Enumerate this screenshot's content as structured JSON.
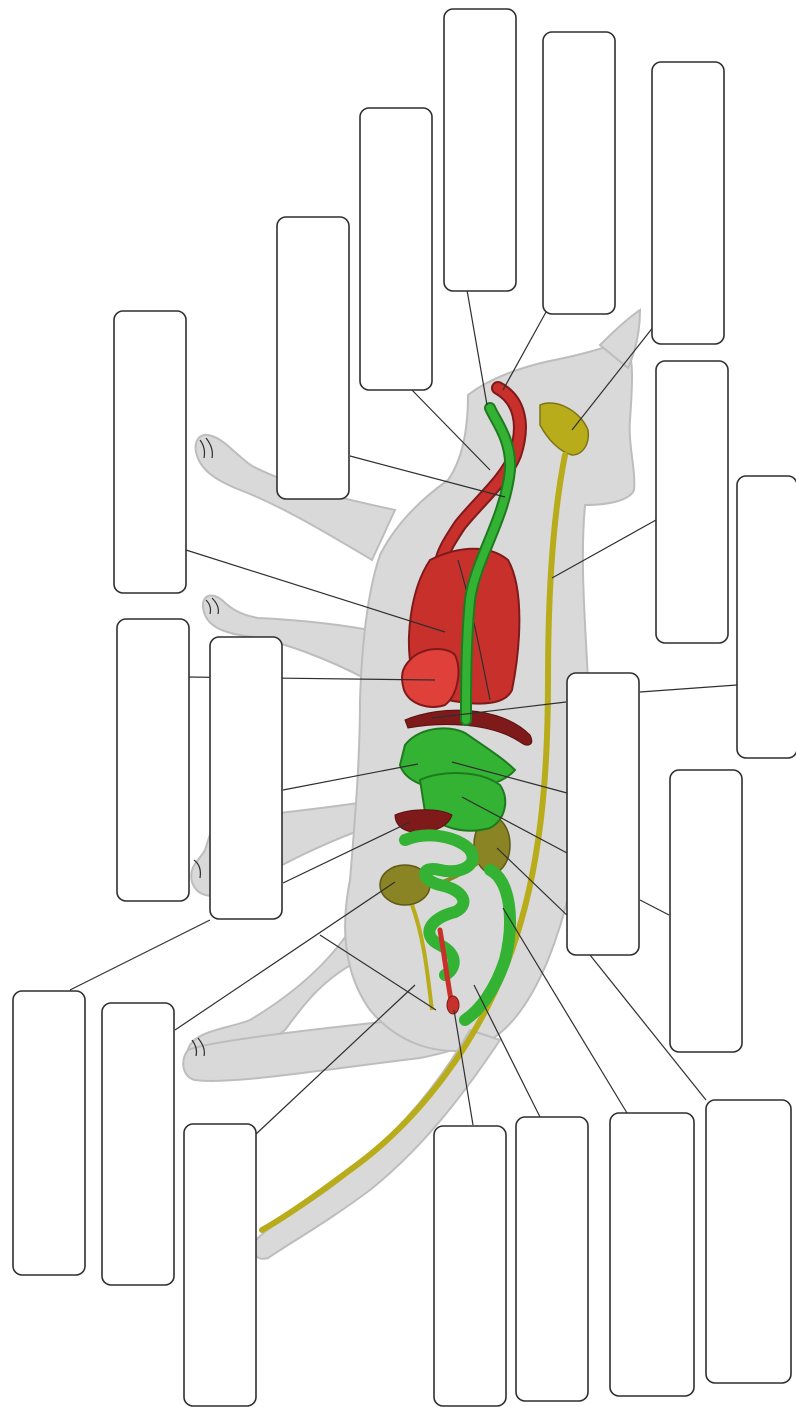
{
  "colors": {
    "body": "#d9d9d9",
    "body_outline": "#bdbdbd",
    "respiratory": "#c8302c",
    "respiratory_dark": "#7f1a1a",
    "digestive": "#34b233",
    "digestive_dark": "#1e7a1e",
    "nervous": "#b8ac1a",
    "nervous_dark": "#7d7418",
    "urinary": "#8a8425"
  },
  "labels": [
    {
      "name": "label-box-01",
      "text": ""
    },
    {
      "name": "label-box-02",
      "text": ""
    },
    {
      "name": "label-box-03",
      "text": ""
    },
    {
      "name": "label-box-04",
      "text": ""
    },
    {
      "name": "label-box-05",
      "text": ""
    },
    {
      "name": "label-box-06",
      "text": ""
    },
    {
      "name": "label-box-07",
      "text": ""
    },
    {
      "name": "label-box-08",
      "text": ""
    },
    {
      "name": "label-box-09",
      "text": ""
    },
    {
      "name": "label-box-10",
      "text": ""
    },
    {
      "name": "label-box-11",
      "text": ""
    },
    {
      "name": "label-box-12",
      "text": ""
    },
    {
      "name": "label-box-13",
      "text": ""
    },
    {
      "name": "label-box-14",
      "text": ""
    },
    {
      "name": "label-box-15",
      "text": ""
    },
    {
      "name": "label-box-16",
      "text": ""
    },
    {
      "name": "label-box-17",
      "text": ""
    },
    {
      "name": "label-box-18",
      "text": ""
    },
    {
      "name": "label-box-19",
      "text": ""
    }
  ]
}
